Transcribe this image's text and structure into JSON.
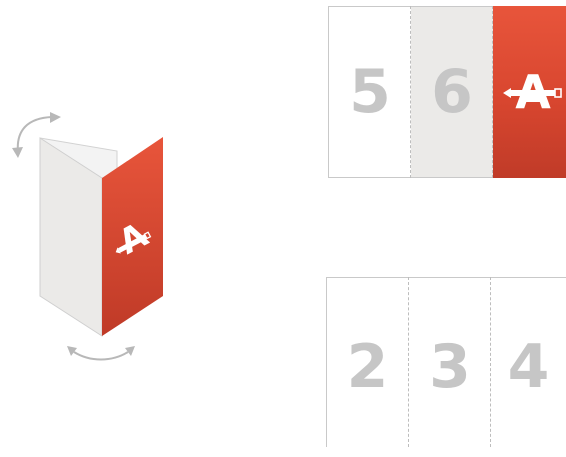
{
  "brochure_3d": {
    "logo_letter": "A",
    "accent_color": "#e04d35",
    "panel_fill": "#ebeae8",
    "arrow_color": "#b8b8b8",
    "icons": [
      "curved-double-arrow-icon",
      "pencil-a-logo-icon"
    ]
  },
  "outside_layout": {
    "panels": [
      {
        "label": "5",
        "fill": "#ffffff"
      },
      {
        "label": "6",
        "fill": "#ebeae8"
      },
      {
        "label": "",
        "fill": "#e04d35",
        "icon": "pencil-a-logo-icon",
        "logo_letter": "A"
      }
    ]
  },
  "inside_layout": {
    "panels": [
      {
        "label": "2"
      },
      {
        "label": "3"
      },
      {
        "label": "4"
      }
    ]
  }
}
